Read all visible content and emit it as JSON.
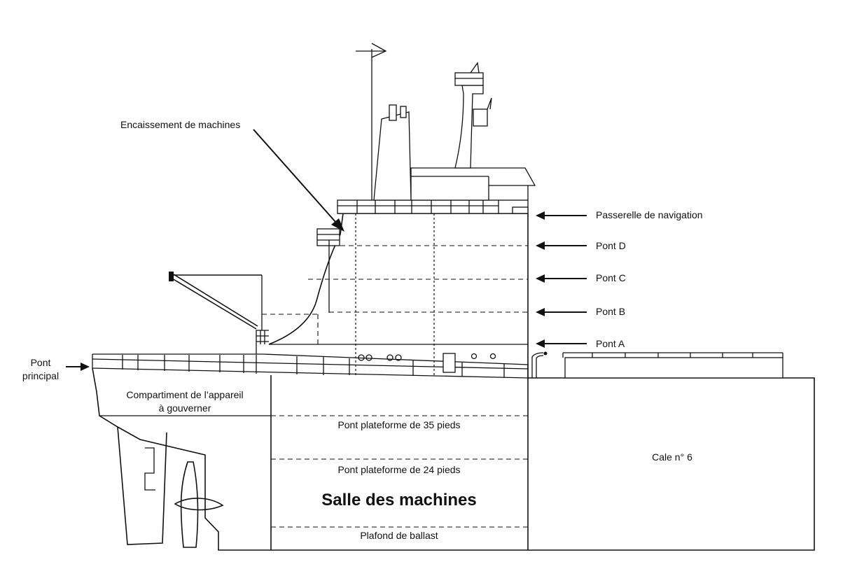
{
  "labels": {
    "encaissement": "Encaissement de machines",
    "passerelle": "Passerelle de navigation",
    "pont_d": "Pont D",
    "pont_c": "Pont C",
    "pont_b": "Pont B",
    "pont_a": "Pont A",
    "pont_principal_1": "Pont",
    "pont_principal_2": "principal",
    "compartiment_1": "Compartiment de l’appareil",
    "compartiment_2": "à gouverner",
    "pont_35": "Pont plateforme de 35 pieds",
    "pont_24": "Pont plateforme de 24 pieds",
    "salle": "Salle des machines",
    "plafond": "Plafond de ballast",
    "cale": "Cale n° 6"
  }
}
